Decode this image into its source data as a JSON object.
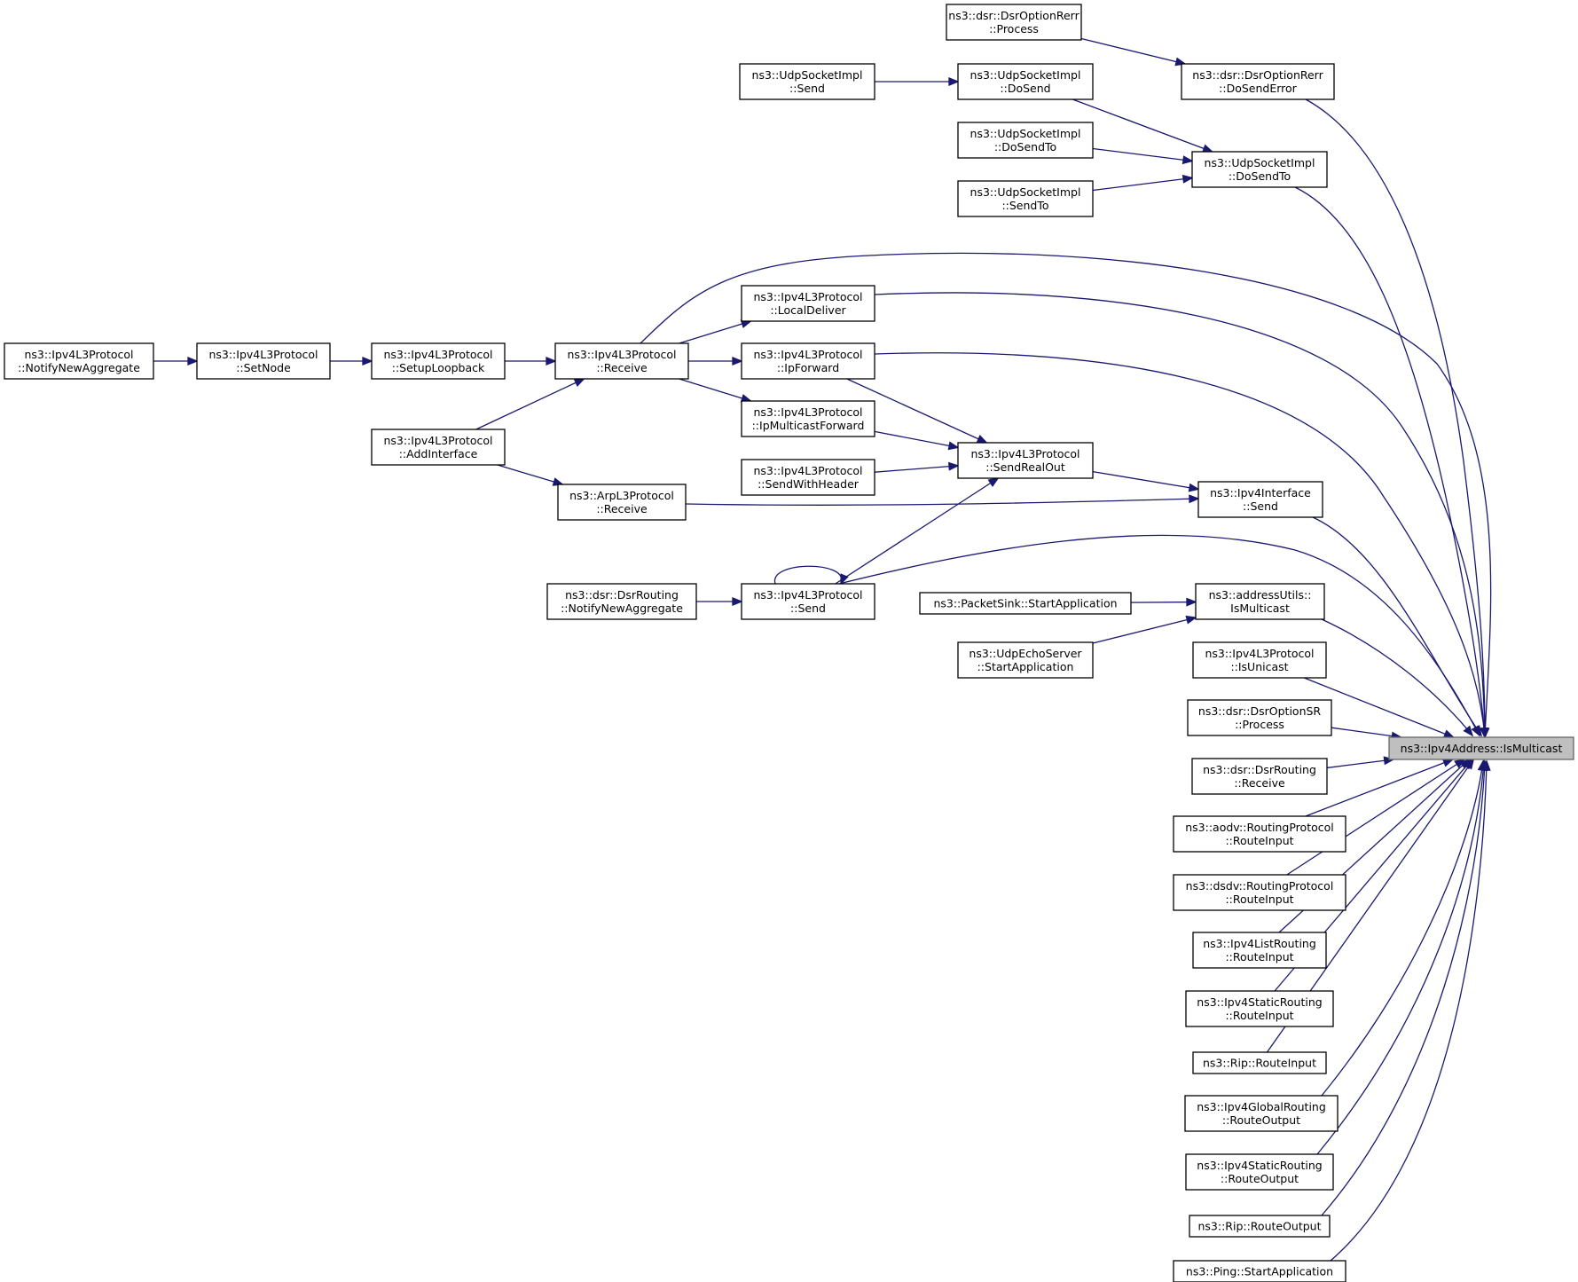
{
  "graph": {
    "title": "ns3::Ipv4Address::IsMulticast caller graph",
    "colors": {
      "edge": "#191970",
      "root_fill": "#bfbfbf",
      "node_border": "#000000",
      "background": "#ffffff"
    },
    "root": {
      "id": "root",
      "lines": [
        "ns3::Ipv4Address::IsMulticast"
      ]
    },
    "nodes": [
      {
        "id": "dsrErrProcess",
        "lines": [
          "ns3::dsr::DsrOptionRerr",
          "::Process"
        ]
      },
      {
        "id": "dsrDoSendError",
        "lines": [
          "ns3::dsr::DsrOptionRerr",
          "::DoSendError"
        ]
      },
      {
        "id": "udpSend",
        "lines": [
          "ns3::UdpSocketImpl",
          "::Send"
        ]
      },
      {
        "id": "udpDoSend",
        "lines": [
          "ns3::UdpSocketImpl",
          "::DoSend"
        ]
      },
      {
        "id": "udpDoSendTo2",
        "lines": [
          "ns3::UdpSocketImpl",
          "::DoSendTo"
        ]
      },
      {
        "id": "udpSendTo",
        "lines": [
          "ns3::UdpSocketImpl",
          "::SendTo"
        ]
      },
      {
        "id": "udpDoSendTo",
        "lines": [
          "ns3::UdpSocketImpl",
          "::DoSendTo"
        ]
      },
      {
        "id": "notifyNewAgg",
        "lines": [
          "ns3::Ipv4L3Protocol",
          "::NotifyNewAggregate"
        ]
      },
      {
        "id": "setNode",
        "lines": [
          "ns3::Ipv4L3Protocol",
          "::SetNode"
        ]
      },
      {
        "id": "setupLoopback",
        "lines": [
          "ns3::Ipv4L3Protocol",
          "::SetupLoopback"
        ]
      },
      {
        "id": "ipv4Receive",
        "lines": [
          "ns3::Ipv4L3Protocol",
          "::Receive"
        ]
      },
      {
        "id": "localDeliver",
        "lines": [
          "ns3::Ipv4L3Protocol",
          "::LocalDeliver"
        ]
      },
      {
        "id": "ipForward",
        "lines": [
          "ns3::Ipv4L3Protocol",
          "::IpForward"
        ]
      },
      {
        "id": "addInterface",
        "lines": [
          "ns3::Ipv4L3Protocol",
          "::AddInterface"
        ]
      },
      {
        "id": "ipMcastFwd",
        "lines": [
          "ns3::Ipv4L3Protocol",
          "::IpMulticastForward"
        ]
      },
      {
        "id": "sendRealOut",
        "lines": [
          "ns3::Ipv4L3Protocol",
          "::SendRealOut"
        ]
      },
      {
        "id": "sendWithHeader",
        "lines": [
          "ns3::Ipv4L3Protocol",
          "::SendWithHeader"
        ]
      },
      {
        "id": "arpReceive",
        "lines": [
          "ns3::ArpL3Protocol",
          "::Receive"
        ]
      },
      {
        "id": "ifaceSend",
        "lines": [
          "ns3::Ipv4Interface",
          "::Send"
        ]
      },
      {
        "id": "dsrRoutingNotify",
        "lines": [
          "ns3::dsr::DsrRouting",
          "::NotifyNewAggregate"
        ]
      },
      {
        "id": "ipv4Send",
        "lines": [
          "ns3::Ipv4L3Protocol",
          "::Send"
        ]
      },
      {
        "id": "packetSinkStart",
        "lines": [
          "ns3::PacketSink::StartApplication"
        ]
      },
      {
        "id": "addrUtilsIsMc",
        "lines": [
          "ns3::addressUtils::",
          "IsMulticast"
        ]
      },
      {
        "id": "udpEchoStart",
        "lines": [
          "ns3::UdpEchoServer",
          "::StartApplication"
        ]
      },
      {
        "id": "isUnicast",
        "lines": [
          "ns3::Ipv4L3Protocol",
          "::IsUnicast"
        ]
      },
      {
        "id": "dsrSrProcess",
        "lines": [
          "ns3::dsr::DsrOptionSR",
          "::Process"
        ]
      },
      {
        "id": "dsrRoutingReceive",
        "lines": [
          "ns3::dsr::DsrRouting",
          "::Receive"
        ]
      },
      {
        "id": "aodvRouteInput",
        "lines": [
          "ns3::aodv::RoutingProtocol",
          "::RouteInput"
        ]
      },
      {
        "id": "dsdvRouteInput",
        "lines": [
          "ns3::dsdv::RoutingProtocol",
          "::RouteInput"
        ]
      },
      {
        "id": "listRouteInput",
        "lines": [
          "ns3::Ipv4ListRouting",
          "::RouteInput"
        ]
      },
      {
        "id": "staticRouteInput",
        "lines": [
          "ns3::Ipv4StaticRouting",
          "::RouteInput"
        ]
      },
      {
        "id": "ripRouteInput",
        "lines": [
          "ns3::Rip::RouteInput"
        ]
      },
      {
        "id": "globalRouteOutput",
        "lines": [
          "ns3::Ipv4GlobalRouting",
          "::RouteOutput"
        ]
      },
      {
        "id": "staticRouteOutput",
        "lines": [
          "ns3::Ipv4StaticRouting",
          "::RouteOutput"
        ]
      },
      {
        "id": "ripRouteOutput",
        "lines": [
          "ns3::Rip::RouteOutput"
        ]
      },
      {
        "id": "pingStart",
        "lines": [
          "ns3::Ping::StartApplication"
        ]
      }
    ],
    "edges": [
      {
        "from": "dsrErrProcess",
        "to": "dsrDoSendError"
      },
      {
        "from": "dsrDoSendError",
        "to": "root"
      },
      {
        "from": "udpSend",
        "to": "udpDoSend"
      },
      {
        "from": "udpDoSend",
        "to": "udpDoSendTo"
      },
      {
        "from": "udpDoSendTo2",
        "to": "udpDoSendTo"
      },
      {
        "from": "udpSendTo",
        "to": "udpDoSendTo"
      },
      {
        "from": "udpDoSendTo",
        "to": "root"
      },
      {
        "from": "notifyNewAgg",
        "to": "setNode"
      },
      {
        "from": "setNode",
        "to": "setupLoopback"
      },
      {
        "from": "setupLoopback",
        "to": "ipv4Receive"
      },
      {
        "from": "addInterface",
        "to": "ipv4Receive"
      },
      {
        "from": "addInterface",
        "to": "arpReceive"
      },
      {
        "from": "ipv4Receive",
        "to": "root"
      },
      {
        "from": "ipv4Receive",
        "to": "localDeliver"
      },
      {
        "from": "ipv4Receive",
        "to": "ipForward"
      },
      {
        "from": "ipv4Receive",
        "to": "ipMcastFwd"
      },
      {
        "from": "localDeliver",
        "to": "root"
      },
      {
        "from": "ipForward",
        "to": "root"
      },
      {
        "from": "ipForward",
        "to": "sendRealOut"
      },
      {
        "from": "ipMcastFwd",
        "to": "sendRealOut"
      },
      {
        "from": "sendWithHeader",
        "to": "sendRealOut"
      },
      {
        "from": "ipv4Send",
        "to": "sendRealOut"
      },
      {
        "from": "sendRealOut",
        "to": "ifaceSend"
      },
      {
        "from": "arpReceive",
        "to": "ifaceSend"
      },
      {
        "from": "ifaceSend",
        "to": "root"
      },
      {
        "from": "ipv4Send",
        "to": "ipv4Send"
      },
      {
        "from": "dsrRoutingNotify",
        "to": "ipv4Send"
      },
      {
        "from": "ipv4Send",
        "to": "root"
      },
      {
        "from": "packetSinkStart",
        "to": "addrUtilsIsMc"
      },
      {
        "from": "udpEchoStart",
        "to": "addrUtilsIsMc"
      },
      {
        "from": "addrUtilsIsMc",
        "to": "root"
      },
      {
        "from": "isUnicast",
        "to": "root"
      },
      {
        "from": "dsrSrProcess",
        "to": "root"
      },
      {
        "from": "dsrRoutingReceive",
        "to": "root"
      },
      {
        "from": "aodvRouteInput",
        "to": "root"
      },
      {
        "from": "dsdvRouteInput",
        "to": "root"
      },
      {
        "from": "listRouteInput",
        "to": "root"
      },
      {
        "from": "staticRouteInput",
        "to": "root"
      },
      {
        "from": "ripRouteInput",
        "to": "root"
      },
      {
        "from": "globalRouteOutput",
        "to": "root"
      },
      {
        "from": "staticRouteOutput",
        "to": "root"
      },
      {
        "from": "ripRouteOutput",
        "to": "root"
      },
      {
        "from": "pingStart",
        "to": "root"
      }
    ]
  }
}
